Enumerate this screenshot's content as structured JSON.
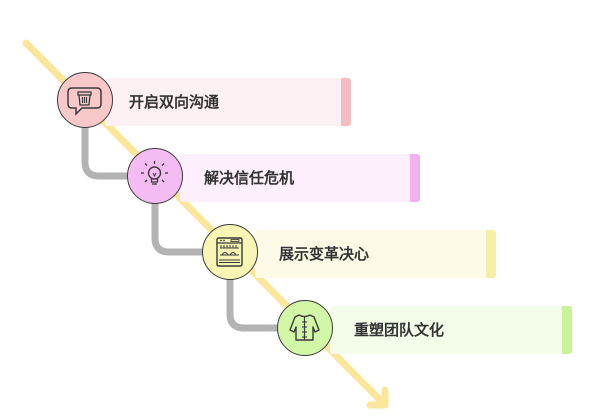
{
  "steps": [
    {
      "label": "开启双向沟通",
      "icon": "trash-can-icon",
      "node_color": "#f9c9c9",
      "card_color": "#fdf1f3",
      "tab_color": "#f5bcc6"
    },
    {
      "label": "解决信任危机",
      "icon": "lightbulb-icon",
      "node_color": "#f5bcf3",
      "card_color": "#fdf0fc",
      "tab_color": "#f3b2ef"
    },
    {
      "label": "展示变革决心",
      "icon": "dishwasher-icon",
      "node_color": "#f9f5b4",
      "card_color": "#fdfbe8",
      "tab_color": "#f5f0a6"
    },
    {
      "label": "重塑团队文化",
      "icon": "jacket-icon",
      "node_color": "#d2f7a6",
      "card_color": "#f3fdea",
      "tab_color": "#c9f29a"
    }
  ],
  "colors": {
    "arrow": "#fbe79b",
    "connector": "#b3b3b3",
    "outline": "#3a3a3a",
    "text": "#333333"
  }
}
